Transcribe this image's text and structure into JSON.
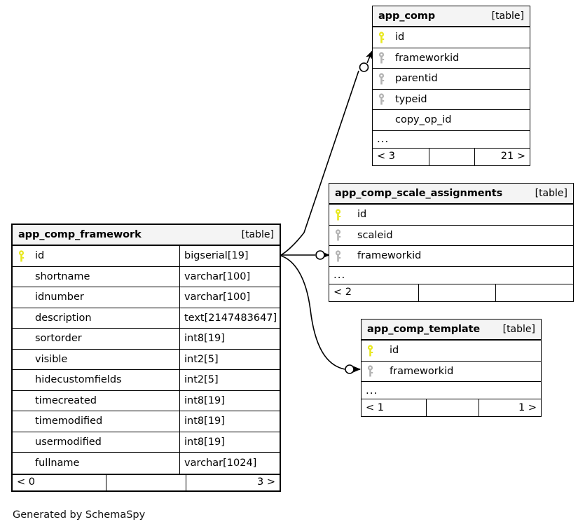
{
  "diagram": {
    "kind_label": "[table]",
    "ellipsis": "...",
    "caption": "Generated by SchemaSpy",
    "colors": {
      "primary_key": "#e8e820",
      "foreign_key": "#b3b3b3",
      "header_bg": "#f4f4f4",
      "border": "#000000",
      "background": "#ffffff"
    }
  },
  "tables": {
    "app_comp": {
      "title": "app_comp",
      "kind": "[table]",
      "columns": [
        {
          "name": "id",
          "key": "primary"
        },
        {
          "name": "frameworkid",
          "key": "foreign"
        },
        {
          "name": "parentid",
          "key": "foreign"
        },
        {
          "name": "typeid",
          "key": "foreign"
        },
        {
          "name": "copy_op_id",
          "key": "none"
        }
      ],
      "footer": {
        "left": "< 3",
        "middle": "",
        "right": "21 >"
      }
    },
    "app_comp_scale_assignments": {
      "title": "app_comp_scale_assignments",
      "kind": "[table]",
      "columns": [
        {
          "name": "id",
          "key": "primary"
        },
        {
          "name": "scaleid",
          "key": "foreign"
        },
        {
          "name": "frameworkid",
          "key": "foreign"
        }
      ],
      "footer": {
        "left": "< 2",
        "middle": "",
        "right": ""
      }
    },
    "app_comp_template": {
      "title": "app_comp_template",
      "kind": "[table]",
      "columns": [
        {
          "name": "id",
          "key": "primary"
        },
        {
          "name": "frameworkid",
          "key": "foreign"
        }
      ],
      "footer": {
        "left": "< 1",
        "middle": "",
        "right": "1 >"
      }
    },
    "app_comp_framework": {
      "title": "app_comp_framework",
      "kind": "[table]",
      "columns": [
        {
          "name": "id",
          "type": "bigserial[19]",
          "key": "primary"
        },
        {
          "name": "shortname",
          "type": "varchar[100]",
          "key": "none"
        },
        {
          "name": "idnumber",
          "type": "varchar[100]",
          "key": "none"
        },
        {
          "name": "description",
          "type": "text[2147483647]",
          "key": "none"
        },
        {
          "name": "sortorder",
          "type": "int8[19]",
          "key": "none"
        },
        {
          "name": "visible",
          "type": "int2[5]",
          "key": "none"
        },
        {
          "name": "hidecustomfields",
          "type": "int2[5]",
          "key": "none"
        },
        {
          "name": "timecreated",
          "type": "int8[19]",
          "key": "none"
        },
        {
          "name": "timemodified",
          "type": "int8[19]",
          "key": "none"
        },
        {
          "name": "usermodified",
          "type": "int8[19]",
          "key": "none"
        },
        {
          "name": "fullname",
          "type": "varchar[1024]",
          "key": "none"
        }
      ],
      "footer": {
        "left": "< 0",
        "middle": "",
        "right": "3 >"
      }
    }
  },
  "relationships": [
    {
      "from": "app_comp_framework.id",
      "to": "app_comp.frameworkid"
    },
    {
      "from": "app_comp_framework.id",
      "to": "app_comp_scale_assignments.frameworkid"
    },
    {
      "from": "app_comp_framework.id",
      "to": "app_comp_template.frameworkid"
    }
  ]
}
